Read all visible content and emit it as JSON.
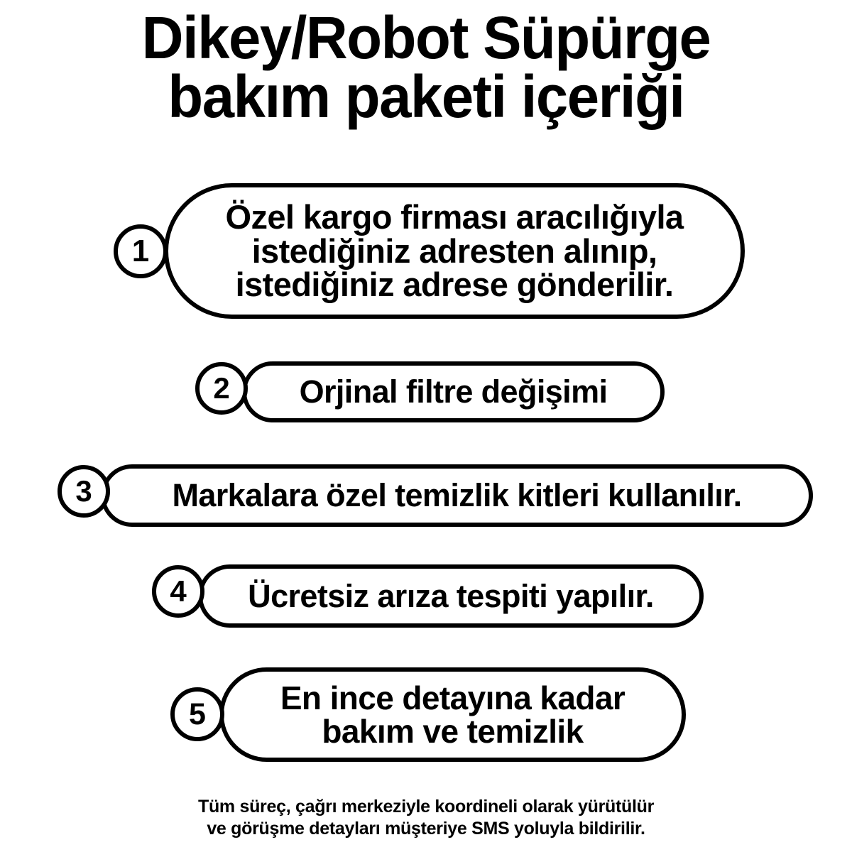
{
  "background_color": "#ffffff",
  "stroke_color": "#000000",
  "title": {
    "line1": "Dikey/Robot Süpürge",
    "line2": "bakım paketi içeriği"
  },
  "steps": [
    {
      "number": "1",
      "lines": [
        "Özel kargo firması aracılığıyla",
        "istediğiniz adresten alınıp,",
        "istediğiniz adrese gönderilir."
      ]
    },
    {
      "number": "2",
      "lines": [
        "Orjinal filtre değişimi"
      ]
    },
    {
      "number": "3",
      "lines": [
        "Markalara özel temizlik kitleri kullanılır."
      ]
    },
    {
      "number": "4",
      "lines": [
        "Ücretsiz arıza tespiti yapılır."
      ]
    },
    {
      "number": "5",
      "lines": [
        "En ince detayına kadar",
        "bakım ve temizlik"
      ]
    }
  ],
  "footer": {
    "line1": "Tüm süreç, çağrı merkeziyle koordineli olarak yürütülür",
    "line2": "ve görüşme detayları müşteriye SMS yoluyla bildirilir."
  }
}
